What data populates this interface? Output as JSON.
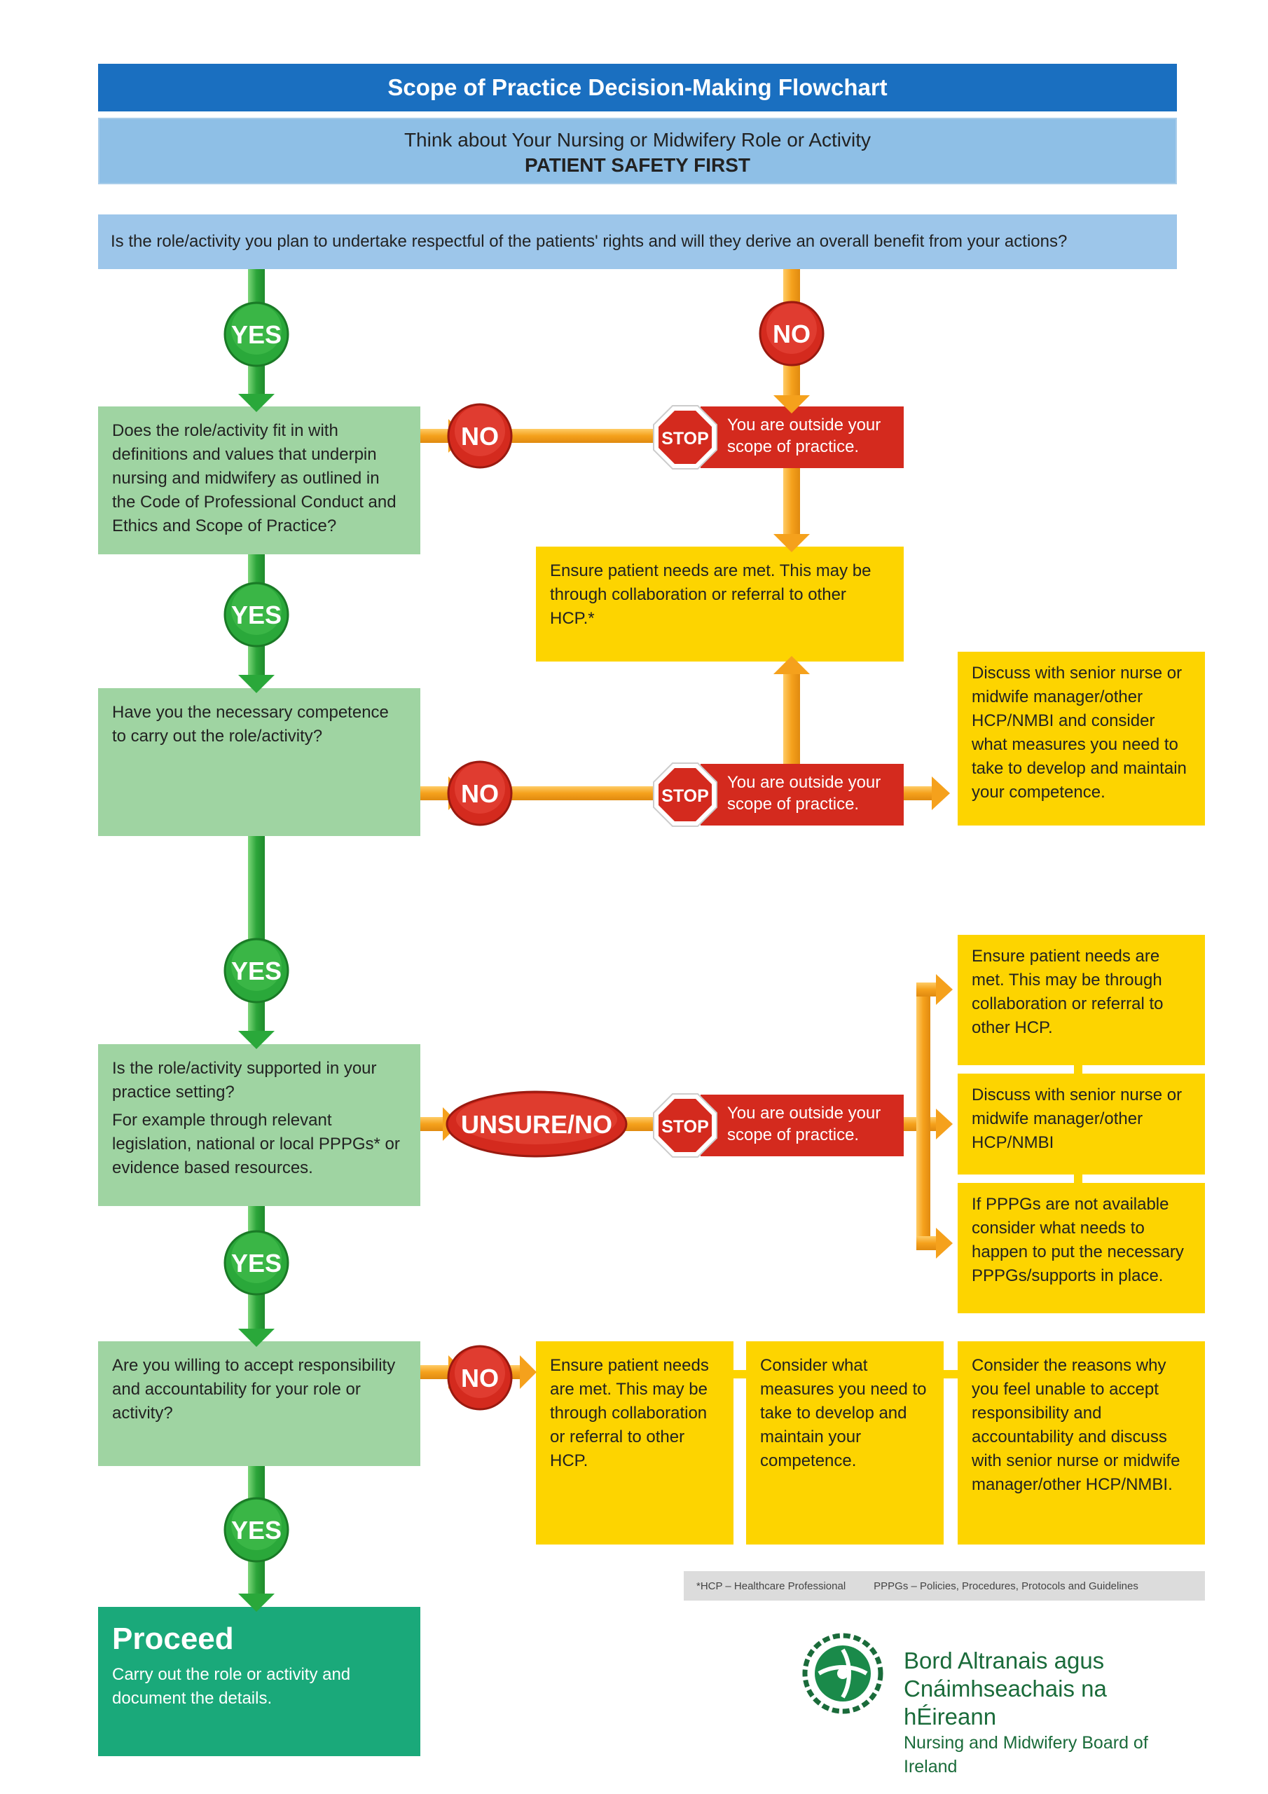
{
  "header": {
    "title": "Scope of Practice Decision-Making Flowchart",
    "subtitle_line1": "Think about Your Nursing or Midwifery Role or Activity",
    "subtitle_line2": "PATIENT SAFETY FIRST"
  },
  "question_top": "Is the role/activity you plan to undertake respectful of the patients' rights and will they derive an overall benefit from your actions?",
  "q1": {
    "text": "Does the role/activity fit in with definitions and values that underpin nursing and midwifery as outlined in the Code of Professional Conduct and Ethics and Scope of Practice?"
  },
  "q2": {
    "text": "Have you the necessary competence to carry out the role/activity?"
  },
  "q3": {
    "line1": "Is the role/activity supported in your practice setting?",
    "line2": "For example through relevant legislation, national or local PPPGs* or evidence based resources."
  },
  "q4": {
    "text": "Are you willing to accept responsibility and accountability for your role or activity?"
  },
  "labels": {
    "yes": "YES",
    "no": "NO",
    "unsure_no": "UNSURE/NO",
    "stop": "STOP"
  },
  "outside_scope": "You are outside your scope of practice.",
  "ensure_needs_1": "Ensure patient needs are met. This may be through collaboration or referral to other HCP.*",
  "discuss_competence": "Discuss with senior nurse or midwife manager/other HCP/NMBI and consider what measures you need to take to develop and maintain your competence.",
  "q3_actions": {
    "ensure": "Ensure patient needs are met. This may be through collaboration or referral to other HCP.",
    "discuss": "Discuss with senior nurse or midwife manager/other HCP/NMBI",
    "pppgs": "If PPPGs are not available consider what needs to happen to put the necessary PPPGs/supports in place."
  },
  "q4_actions": {
    "ensure": "Ensure patient needs are met. This may be through collaboration or referral to other HCP.",
    "measures": "Consider what measures you need to take to develop and maintain your competence.",
    "reasons": "Consider the reasons why you feel unable to accept responsibility and accountability and discuss with senior nurse or midwife manager/other HCP/NMBI."
  },
  "legend": {
    "hcp": "*HCP – Healthcare Professional",
    "pppgs": "PPPGs – Policies, Procedures, Protocols and Guidelines"
  },
  "proceed": {
    "title": "Proceed",
    "text": "Carry out the role or activity and document the details."
  },
  "logo": {
    "line1": "Bord Altranais agus",
    "line2": "Cnáimhseachais na hÉireann",
    "line3": "Nursing and Midwifery Board of Ireland"
  },
  "colors": {
    "title_blue": "#1a6fc0",
    "light_blue": "#8ebfe6",
    "green_box": "#9fd4a2",
    "green_arrow": "#2aa83a",
    "yellow_box": "#fdd400",
    "orange_arrow": "#f5a11c",
    "red": "#d42a1e",
    "proceed_green": "#1aa97a"
  }
}
